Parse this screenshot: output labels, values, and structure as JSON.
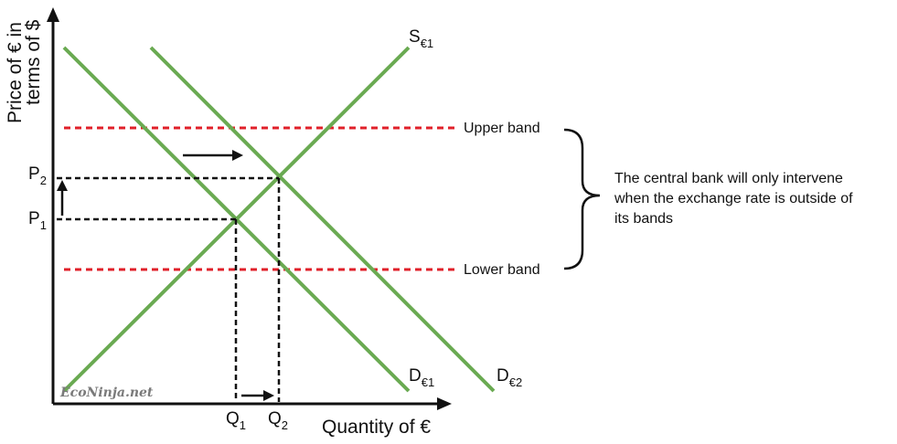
{
  "axes": {
    "y_label_line1": "Price of € in",
    "y_label_line2": "terms of $",
    "x_label": "Quantity of €"
  },
  "curves": {
    "supply": {
      "main": "S",
      "sub": "€1"
    },
    "demand_1": {
      "main": "D",
      "sub": "€1"
    },
    "demand_2": {
      "main": "D",
      "sub": "€2"
    }
  },
  "prices": [
    {
      "main": "P",
      "sub": "2"
    },
    {
      "main": "P",
      "sub": "1"
    }
  ],
  "quantities": [
    {
      "main": "Q",
      "sub": "1"
    },
    {
      "main": "Q",
      "sub": "2"
    }
  ],
  "bands": {
    "upper": "Upper band",
    "lower": "Lower band"
  },
  "note": [
    "The central bank will only intervene",
    "when the exchange rate is outside of",
    "its bands"
  ],
  "watermark": "EcoNinja.net",
  "colors": {
    "curves": "#6aaa52",
    "bands": "#e0202a",
    "axes": "#111111",
    "guides": "#111111"
  }
}
